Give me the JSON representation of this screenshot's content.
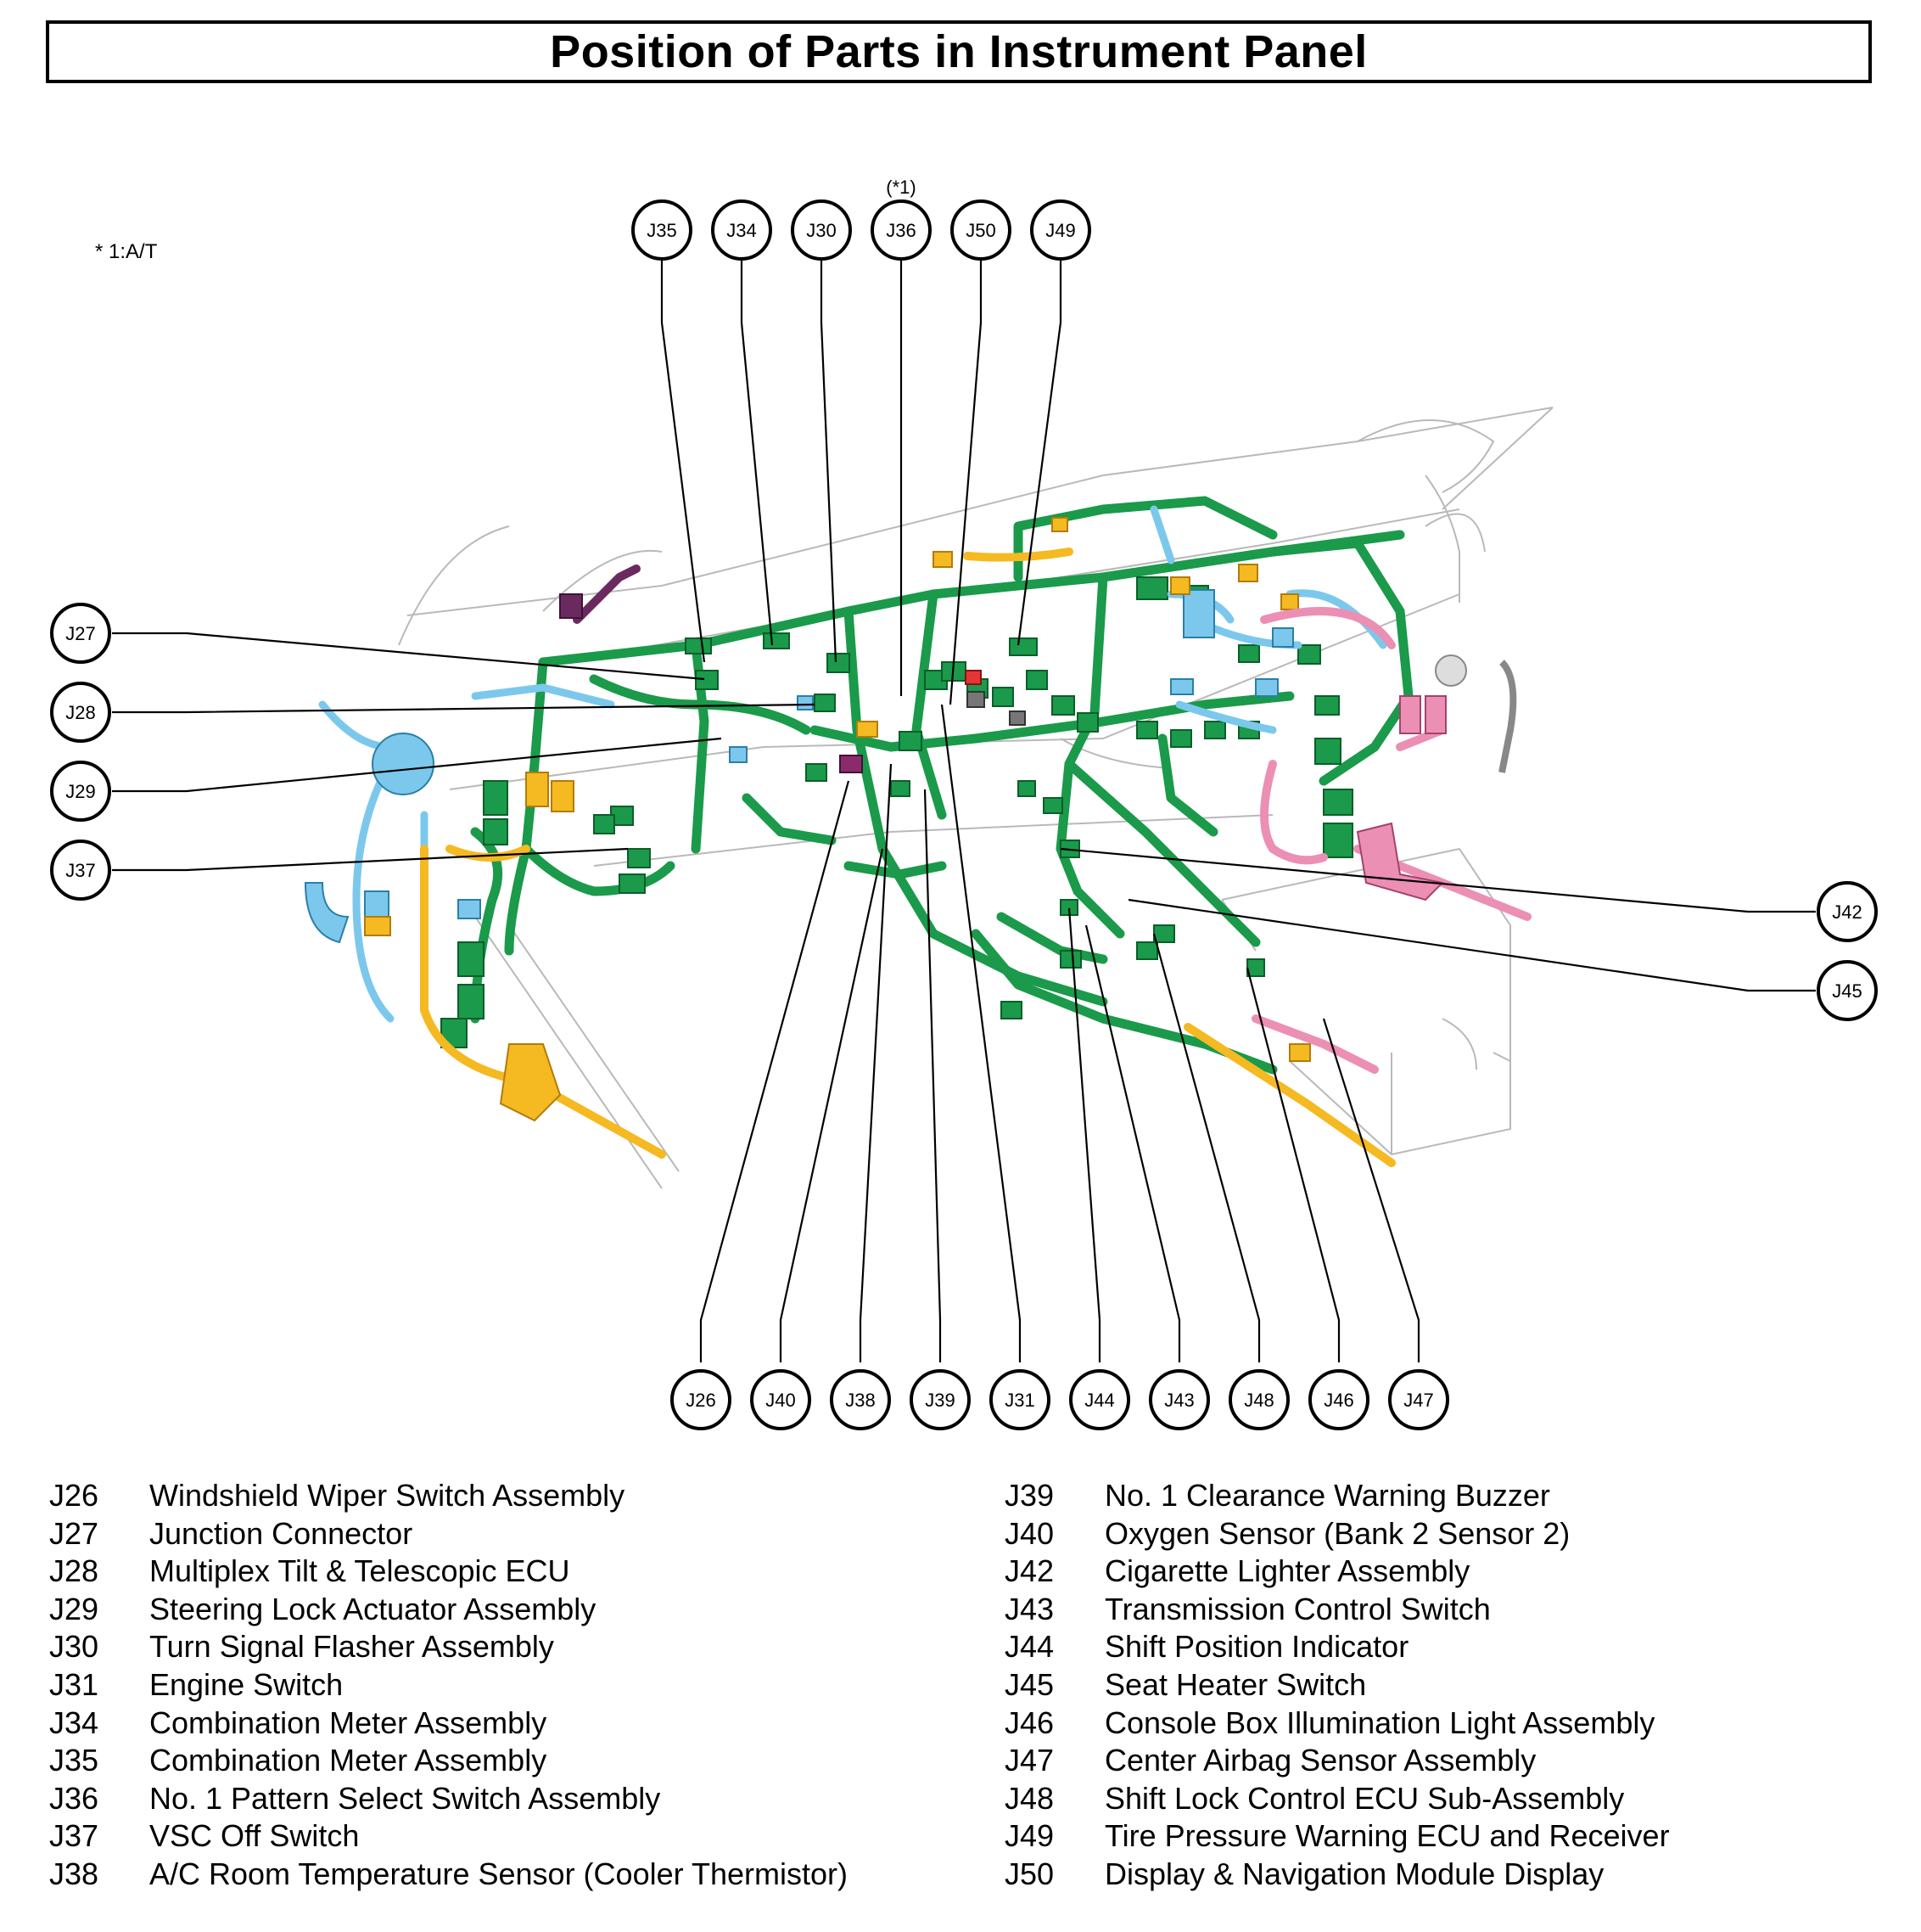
{
  "title": "Position of Parts in Instrument Panel",
  "footnote": "* 1:A/T",
  "marker_note": "(*1)",
  "callouts": {
    "top": [
      {
        "code": "J35",
        "id": "j35"
      },
      {
        "code": "J34",
        "id": "j34"
      },
      {
        "code": "J30",
        "id": "j30"
      },
      {
        "code": "J36",
        "id": "j36"
      },
      {
        "code": "J50",
        "id": "j50"
      },
      {
        "code": "J49",
        "id": "j49"
      }
    ],
    "left": [
      {
        "code": "J27",
        "id": "j27"
      },
      {
        "code": "J28",
        "id": "j28"
      },
      {
        "code": "J29",
        "id": "j29"
      },
      {
        "code": "J37",
        "id": "j37"
      }
    ],
    "right": [
      {
        "code": "J42",
        "id": "j42"
      },
      {
        "code": "J45",
        "id": "j45"
      }
    ],
    "bottom": [
      {
        "code": "J26",
        "id": "j26"
      },
      {
        "code": "J40",
        "id": "j40"
      },
      {
        "code": "J38",
        "id": "j38"
      },
      {
        "code": "J39",
        "id": "j39"
      },
      {
        "code": "J31",
        "id": "j31"
      },
      {
        "code": "J44",
        "id": "j44"
      },
      {
        "code": "J43",
        "id": "j43"
      },
      {
        "code": "J48",
        "id": "j48"
      },
      {
        "code": "J46",
        "id": "j46"
      },
      {
        "code": "J47",
        "id": "j47"
      }
    ]
  },
  "legend": {
    "left": [
      {
        "code": "J26",
        "name": "Windshield Wiper Switch Assembly"
      },
      {
        "code": "J27",
        "name": "Junction Connector"
      },
      {
        "code": "J28",
        "name": "Multiplex Tilt & Telescopic ECU"
      },
      {
        "code": "J29",
        "name": "Steering Lock Actuator Assembly"
      },
      {
        "code": "J30",
        "name": "Turn Signal Flasher Assembly"
      },
      {
        "code": "J31",
        "name": "Engine Switch"
      },
      {
        "code": "J34",
        "name": "Combination Meter Assembly"
      },
      {
        "code": "J35",
        "name": "Combination Meter Assembly"
      },
      {
        "code": "J36",
        "name": "No. 1 Pattern Select Switch Assembly"
      },
      {
        "code": "J37",
        "name": "VSC Off Switch"
      },
      {
        "code": "J38",
        "name": "A/C Room Temperature Sensor (Cooler Thermistor)"
      }
    ],
    "right": [
      {
        "code": "J39",
        "name": "No. 1 Clearance Warning Buzzer"
      },
      {
        "code": "J40",
        "name": "Oxygen Sensor (Bank 2 Sensor 2)"
      },
      {
        "code": "J42",
        "name": "Cigarette Lighter Assembly"
      },
      {
        "code": "J43",
        "name": "Transmission Control Switch"
      },
      {
        "code": "J44",
        "name": "Shift Position Indicator"
      },
      {
        "code": "J45",
        "name": "Seat Heater Switch"
      },
      {
        "code": "J46",
        "name": "Console Box Illumination Light Assembly"
      },
      {
        "code": "J47",
        "name": "Center Airbag Sensor Assembly"
      },
      {
        "code": "J48",
        "name": "Shift Lock Control ECU Sub-Assembly"
      },
      {
        "code": "J49",
        "name": "Tire Pressure Warning ECU and Receiver"
      },
      {
        "code": "J50",
        "name": "Display & Navigation Module Display"
      }
    ]
  },
  "colors": {
    "harness_main": "#1a9a4a",
    "harness_dark": "#0b5e2a",
    "harness_blue": "#7cc8ec",
    "harness_orange": "#f5b921",
    "harness_pink": "#ec8fb4",
    "harness_purple": "#6b2a5f",
    "outline_gray": "#b9b9b9"
  }
}
